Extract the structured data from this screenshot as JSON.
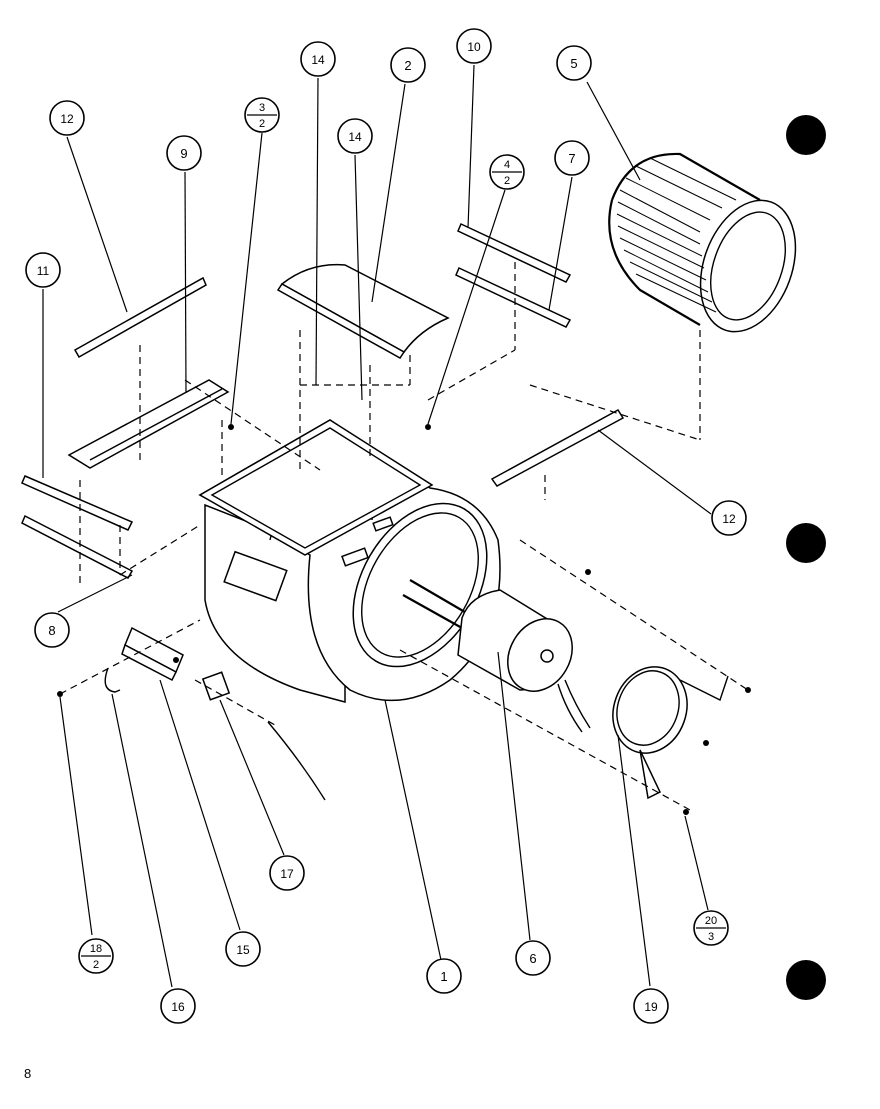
{
  "page_number": "8",
  "callouts": {
    "c1": "1",
    "c2": "2",
    "c5": "5",
    "c6": "6",
    "c7": "7",
    "c8": "8",
    "c9": "9",
    "c10": "10",
    "c11": "11",
    "c12a": "12",
    "c12b": "12",
    "c14a": "14",
    "c14b": "14",
    "c15": "15",
    "c16": "16",
    "c17": "17",
    "c19": "19"
  },
  "fraction_callouts": {
    "f3": {
      "top": "3",
      "bottom": "2"
    },
    "f4": {
      "top": "4",
      "bottom": "2"
    },
    "f18": {
      "top": "18",
      "bottom": "2"
    },
    "f20": {
      "top": "20",
      "bottom": "3"
    }
  },
  "colors": {
    "ink": "#000000",
    "paper": "#ffffff"
  }
}
